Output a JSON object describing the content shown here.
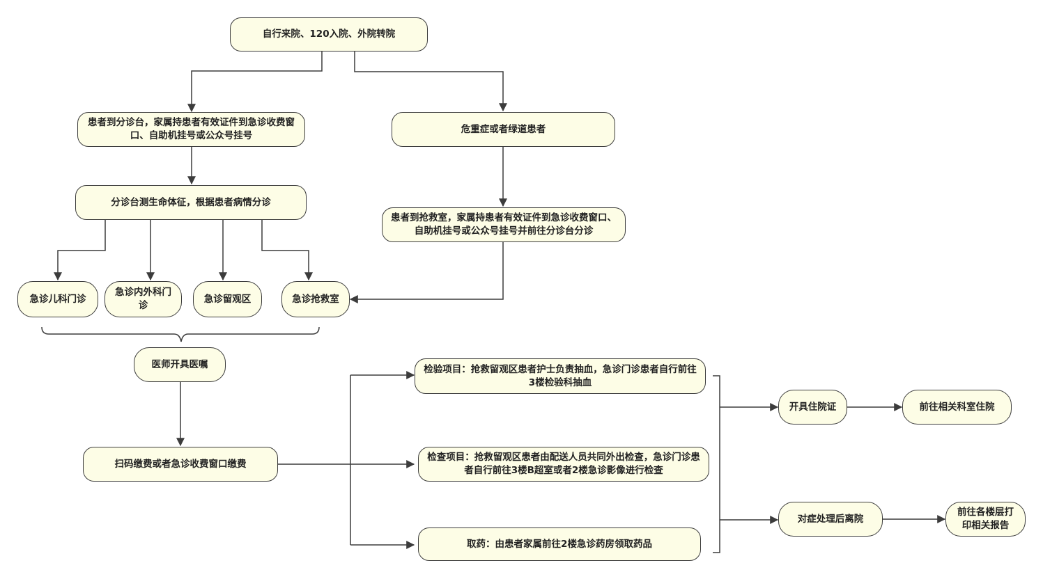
{
  "colors": {
    "node_fill": "#fdfde6",
    "node_border": "#3c3c3c",
    "line": "#3c3c3c",
    "text": "#222222"
  },
  "nodes": {
    "start": "自行来院、120入院、外院转院",
    "register": "患者到分诊台，家属持患者有效证件到急诊收费窗口、自助机挂号或公众号挂号",
    "critical": "危重症或者绿道患者",
    "triage": "分诊台测生命体征，根据患者病情分诊",
    "rescue_register": "患者到抢救室，家属持患者有效证件到急诊收费窗口、自助机挂号或公众号挂号并前往分诊台分诊",
    "pediatric": "急诊儿科门诊",
    "internal_surgery": "急诊内外科门诊",
    "observation": "急诊留观区",
    "rescue_room": "急诊抢救室",
    "doctor_order": "医师开具医嘱",
    "payment": "扫码缴费或者急诊收费窗口缴费",
    "lab_test": "检验项目：抢救留观区患者护士负责抽血，急诊门诊患者自行前往3楼检验科抽血",
    "exam": "检查项目：抢救留观区患者由配送人员共同外出检查，急诊门诊患者自行前往3楼B超室或者2楼急诊影像进行检查",
    "medicine": "取药：由患者家属前往2楼急诊药房领取药品",
    "admission_cert": "开具住院证",
    "go_ward": "前往相关科室住院",
    "discharge": "对症处理后离院",
    "print_report": "前往各楼层打印相关报告"
  }
}
